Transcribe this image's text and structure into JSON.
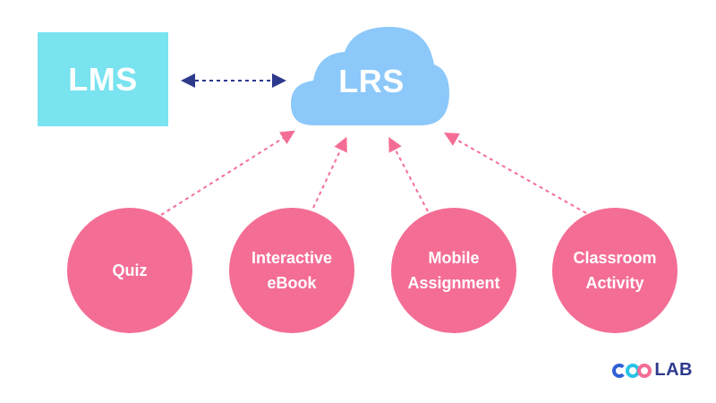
{
  "lms": {
    "label": "LMS",
    "color": "#79e3f0"
  },
  "lrs": {
    "label": "LRS",
    "color": "#8cc8fa"
  },
  "sources": [
    {
      "label": "Quiz"
    },
    {
      "label": "Interactive\neBook"
    },
    {
      "label": "Mobile\nAssignment"
    },
    {
      "label": "Classroom\nActivity"
    }
  ],
  "colors": {
    "node": "#f46d95",
    "arrow_pink": "#f46d95",
    "arrow_blue": "#2d3a8c"
  },
  "logo": {
    "text": "LAB",
    "icon": "coolab-logo-icon"
  }
}
